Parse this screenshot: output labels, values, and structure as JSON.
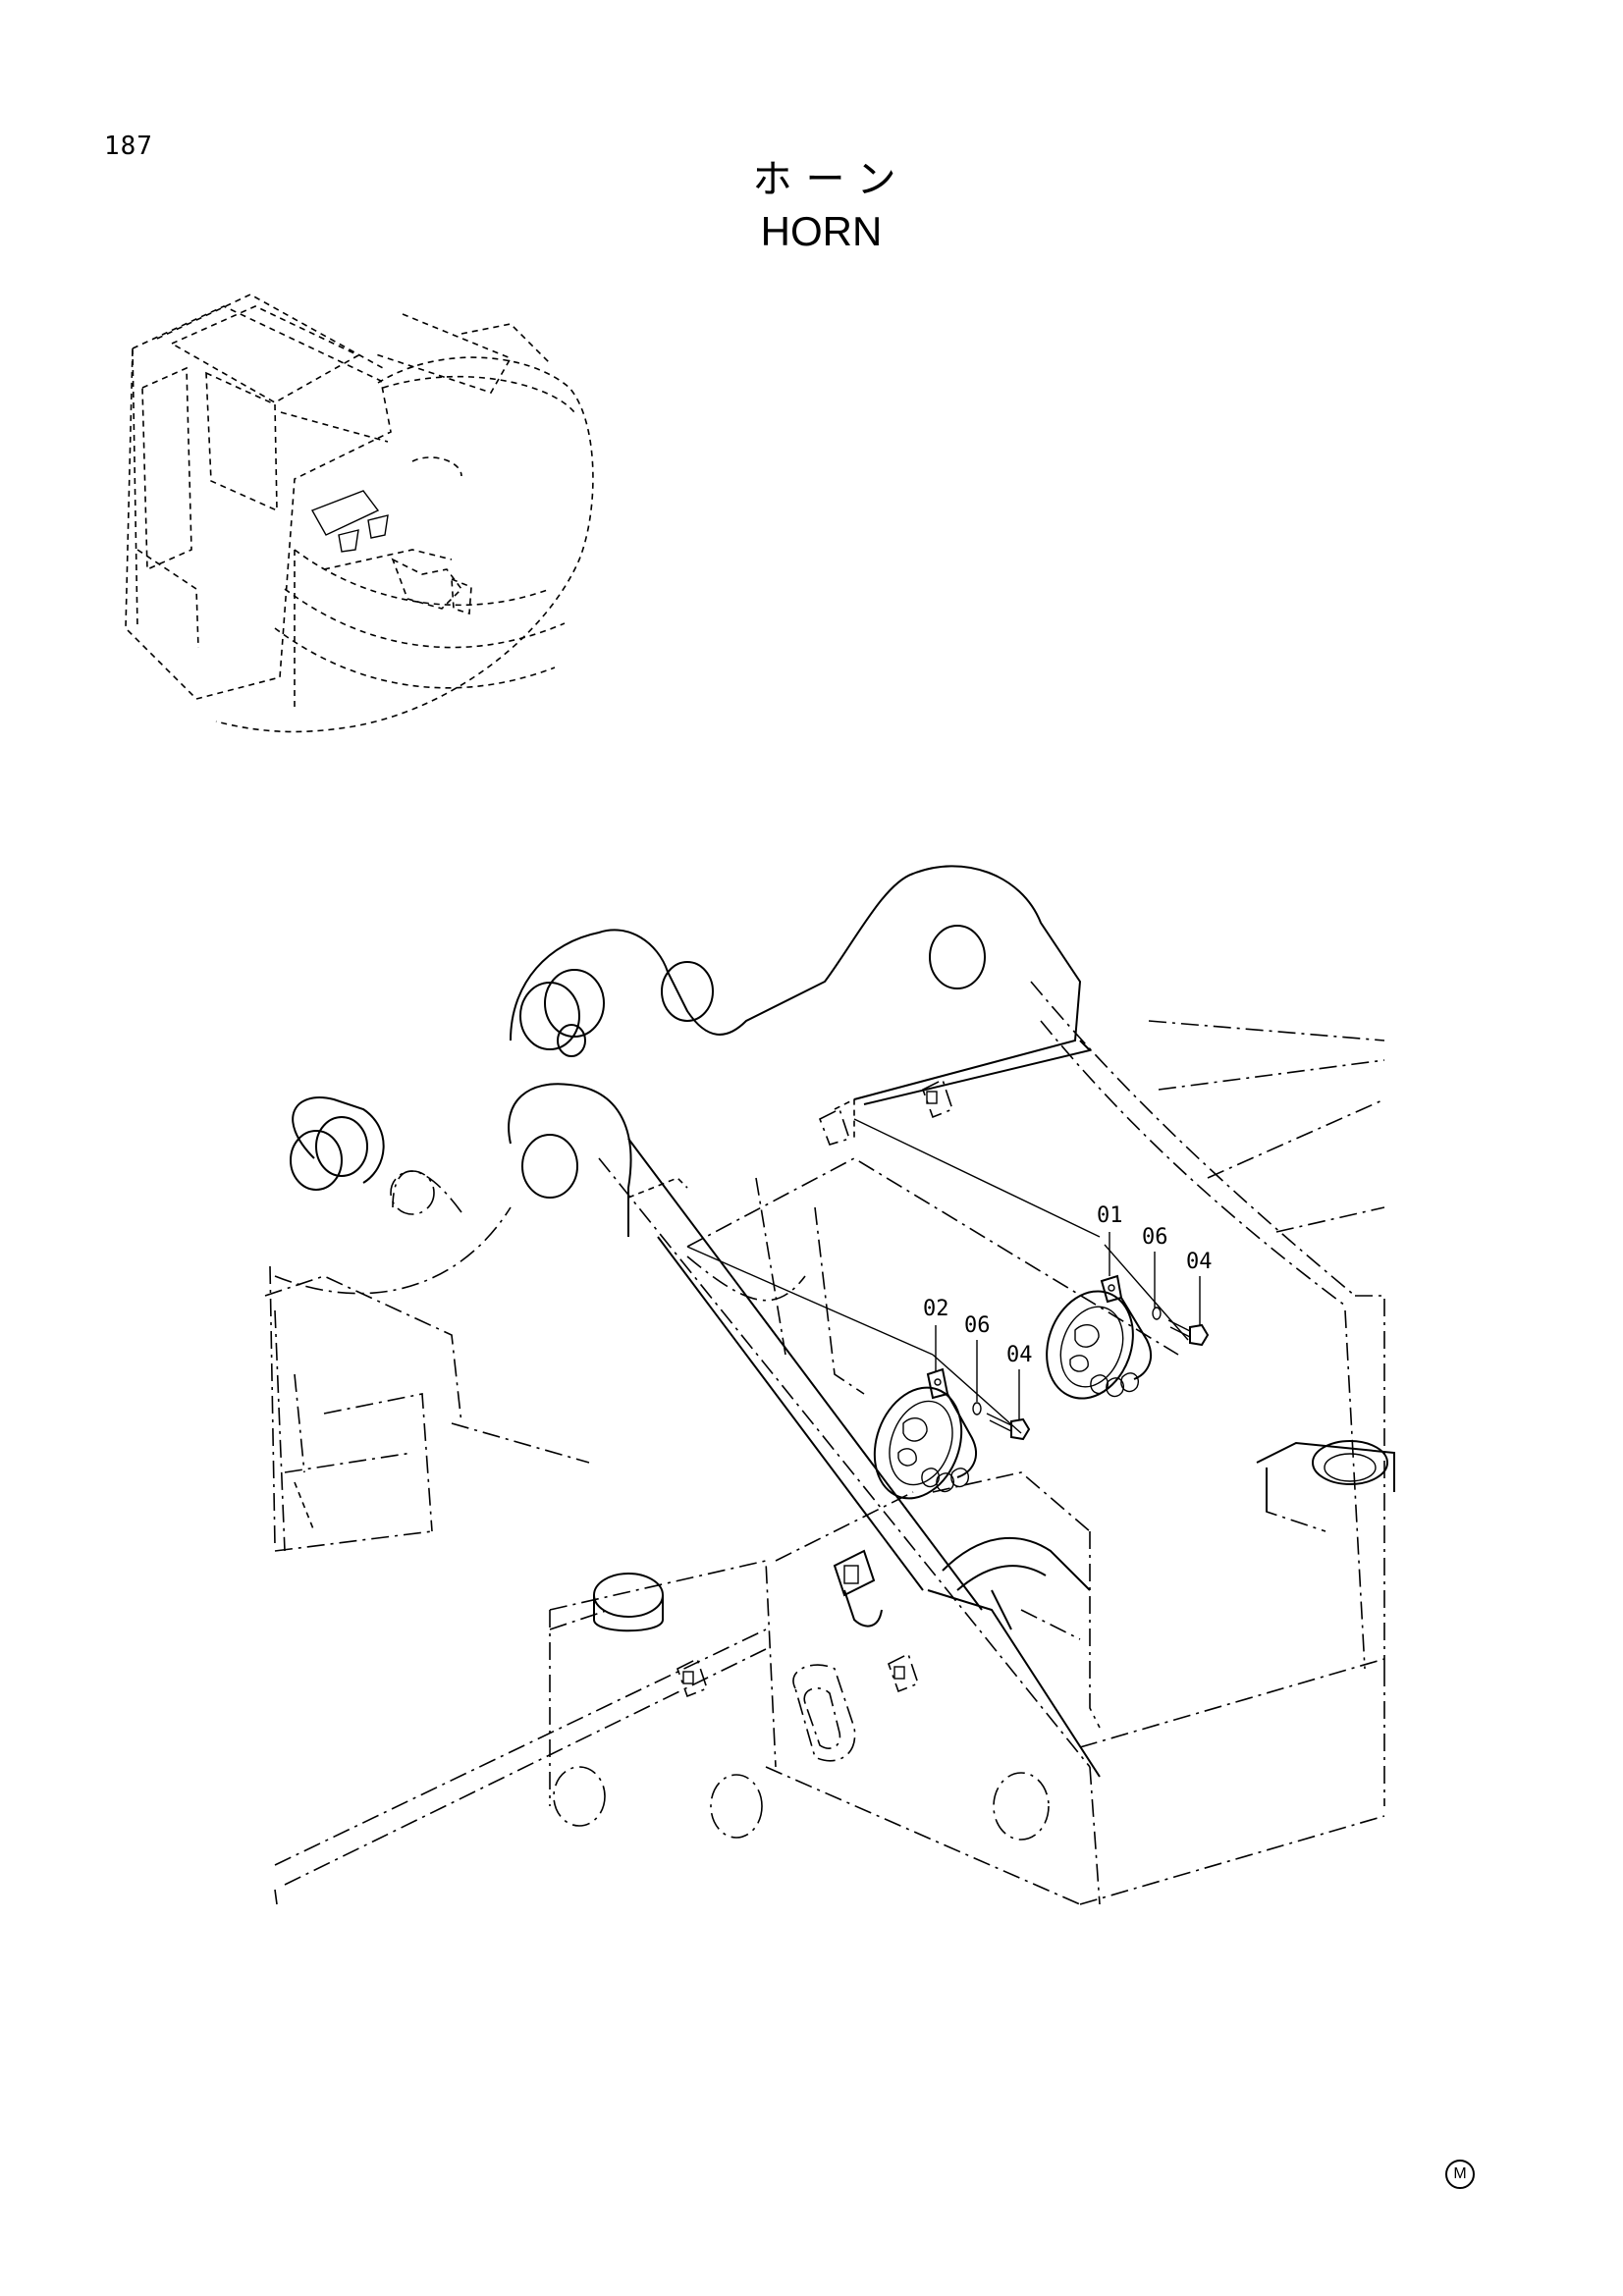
{
  "page": {
    "number": "187",
    "title_jp": "ホーン",
    "title_en": "HORN",
    "mark": "M"
  },
  "callouts": {
    "left_horn": {
      "part": "02",
      "washer": "06",
      "bolt": "04"
    },
    "right_horn": {
      "part": "01",
      "washer": "06",
      "bolt": "04"
    }
  }
}
